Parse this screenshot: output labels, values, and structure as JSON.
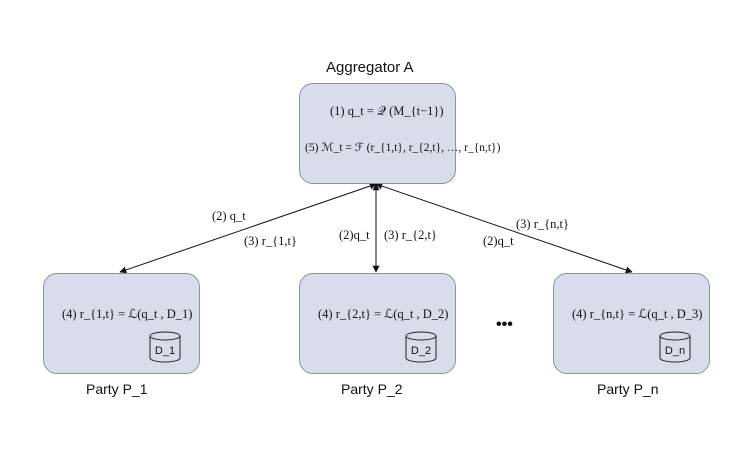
{
  "aggregator": {
    "title": "Aggregator A",
    "formula1": "(1) q_t = 𝒬 (M_{t−1})",
    "formula2": "(5) ℳ_t = ℱ (r_{1,t}, r_{2,t}, …, r_{n,t})"
  },
  "edge_labels": {
    "left_q": "(2) q_t",
    "left_r": "(3) r_{1,t}",
    "mid_q": "(2)q_t",
    "mid_r": "(3) r_{2,t}",
    "right_q": "(2)q_t",
    "right_r": "(3) r_{n,t}"
  },
  "parties": [
    {
      "formula": "(4) r_{1,t} = ℒ(q_t , D_1)",
      "db": "D_1",
      "label": "Party P_1"
    },
    {
      "formula": "(4) r_{2,t} = ℒ(q_t , D_2)",
      "db": "D_2",
      "label": "Party P_2"
    },
    {
      "formula": "(4) r_{n,t} = ℒ(q_t , D_3)",
      "db": "D_n",
      "label": "Party P_n"
    }
  ],
  "ellipsis": "•••"
}
